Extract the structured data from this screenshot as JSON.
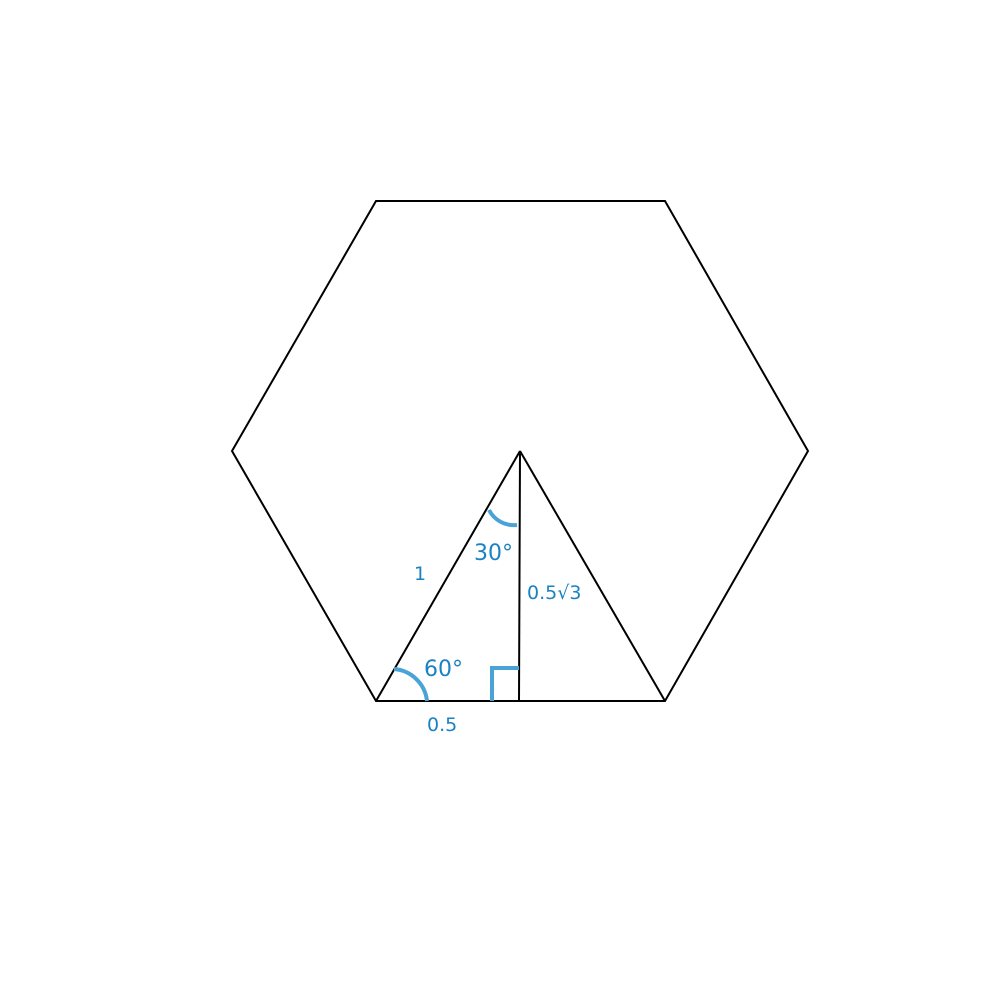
{
  "colors": {
    "background": "#ffffff",
    "outline": "#000000",
    "annotation": "#1a82c3",
    "angle_marker": "#4aa3d6"
  },
  "labels": {
    "hypotenuse": "1",
    "top_angle": "30°",
    "bottom_angle": "60°",
    "height": "0.5√3",
    "base_half": "0.5"
  }
}
